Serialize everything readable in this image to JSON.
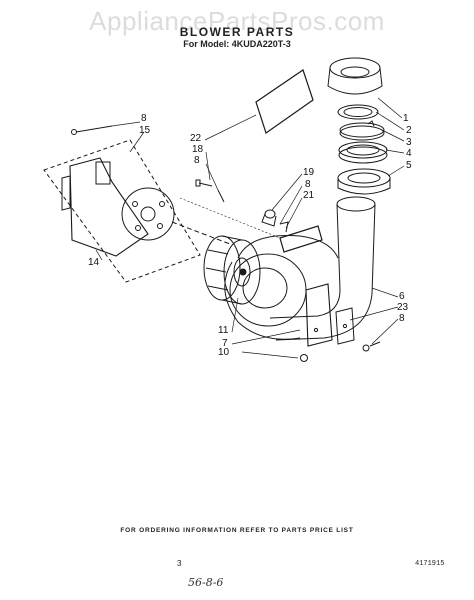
{
  "watermark": "AppliancePartsPros.com",
  "title": "BLOWER PARTS",
  "model_line": "For Model: 4KUDA220T-3",
  "footer_note": "FOR ORDERING INFORMATION REFER TO PARTS PRICE LIST",
  "page_number": "3",
  "document_number": "4171915",
  "handwritten_note": "56-8-6",
  "callouts": {
    "c1": "1",
    "c2": "2",
    "c3": "3",
    "c4": "4",
    "c5": "5",
    "c6": "6",
    "c23": "23",
    "c8d": "8",
    "c8a": "8",
    "c15": "15",
    "c14": "14",
    "c22": "22",
    "c18": "18",
    "c8b": "8",
    "c19": "19",
    "c8c": "8",
    "c21": "21",
    "c11": "11",
    "c7": "7",
    "c10": "10"
  }
}
